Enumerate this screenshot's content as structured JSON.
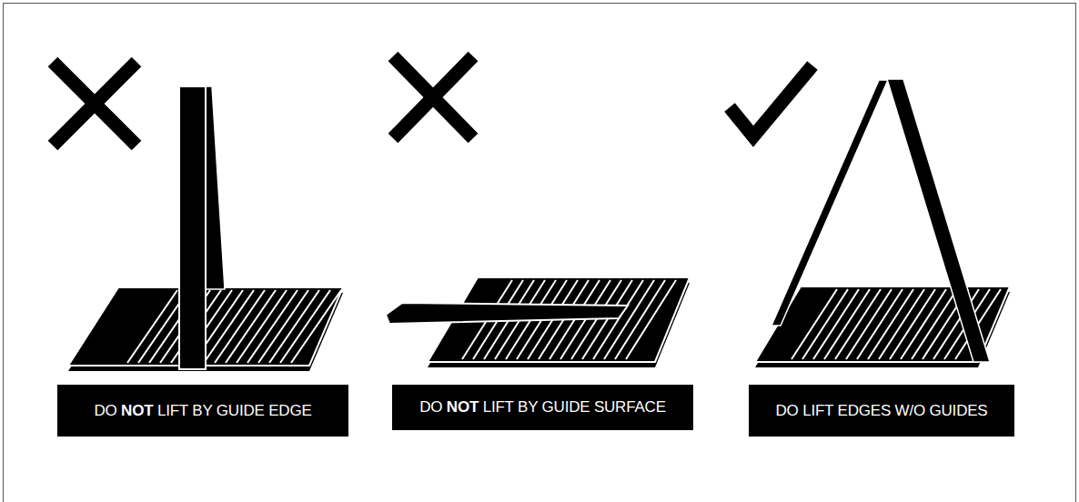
{
  "diagram": {
    "nodes": [
      {
        "text": [
          "DO NOT LIFT BY GUIDE EDGE"
        ]
      },
      {
        "text": [
          "DO NOT LIFT BY GUIDE SURFACE"
        ]
      },
      {
        "text": [
          "DO LIFT EDGES W/O GUIDES"
        ]
      }
    ]
  }
}
